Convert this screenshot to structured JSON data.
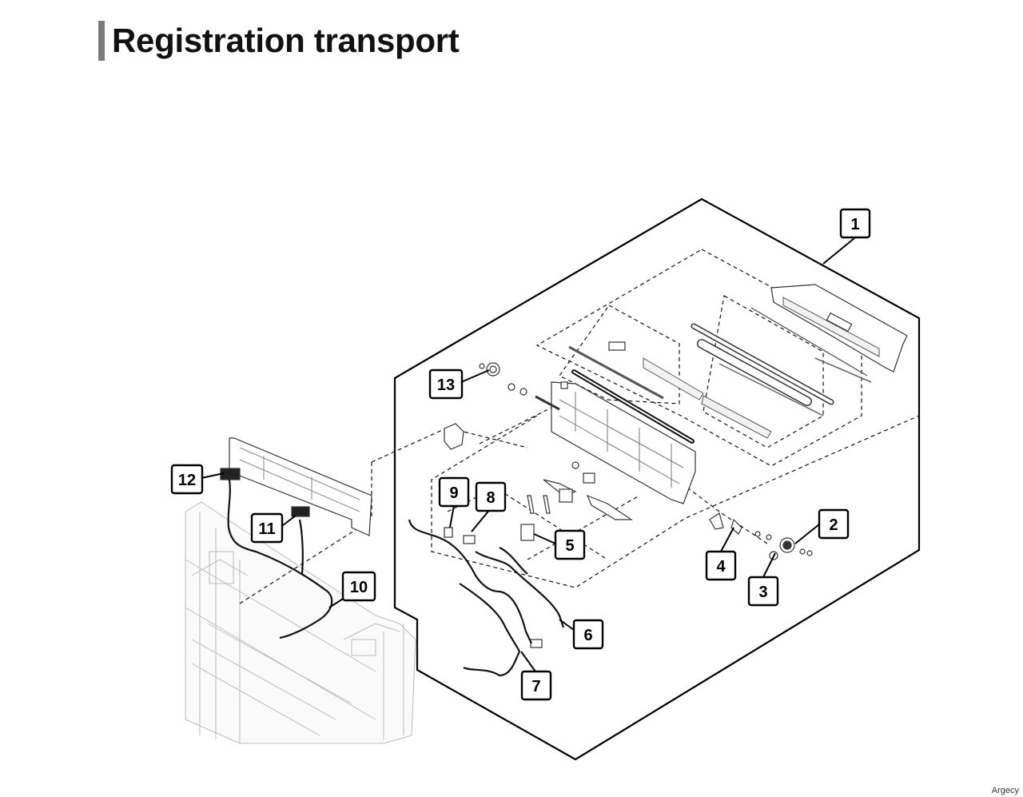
{
  "page": {
    "title": "Registration transport",
    "watermark": "Argecy"
  },
  "callouts": [
    {
      "id": "1",
      "label": "1"
    },
    {
      "id": "2",
      "label": "2"
    },
    {
      "id": "3",
      "label": "3"
    },
    {
      "id": "4",
      "label": "4"
    },
    {
      "id": "5",
      "label": "5"
    },
    {
      "id": "6",
      "label": "6"
    },
    {
      "id": "7",
      "label": "7"
    },
    {
      "id": "8",
      "label": "8"
    },
    {
      "id": "9",
      "label": "9"
    },
    {
      "id": "10",
      "label": "10"
    },
    {
      "id": "11",
      "label": "11"
    },
    {
      "id": "12",
      "label": "12"
    },
    {
      "id": "13",
      "label": "13"
    }
  ]
}
